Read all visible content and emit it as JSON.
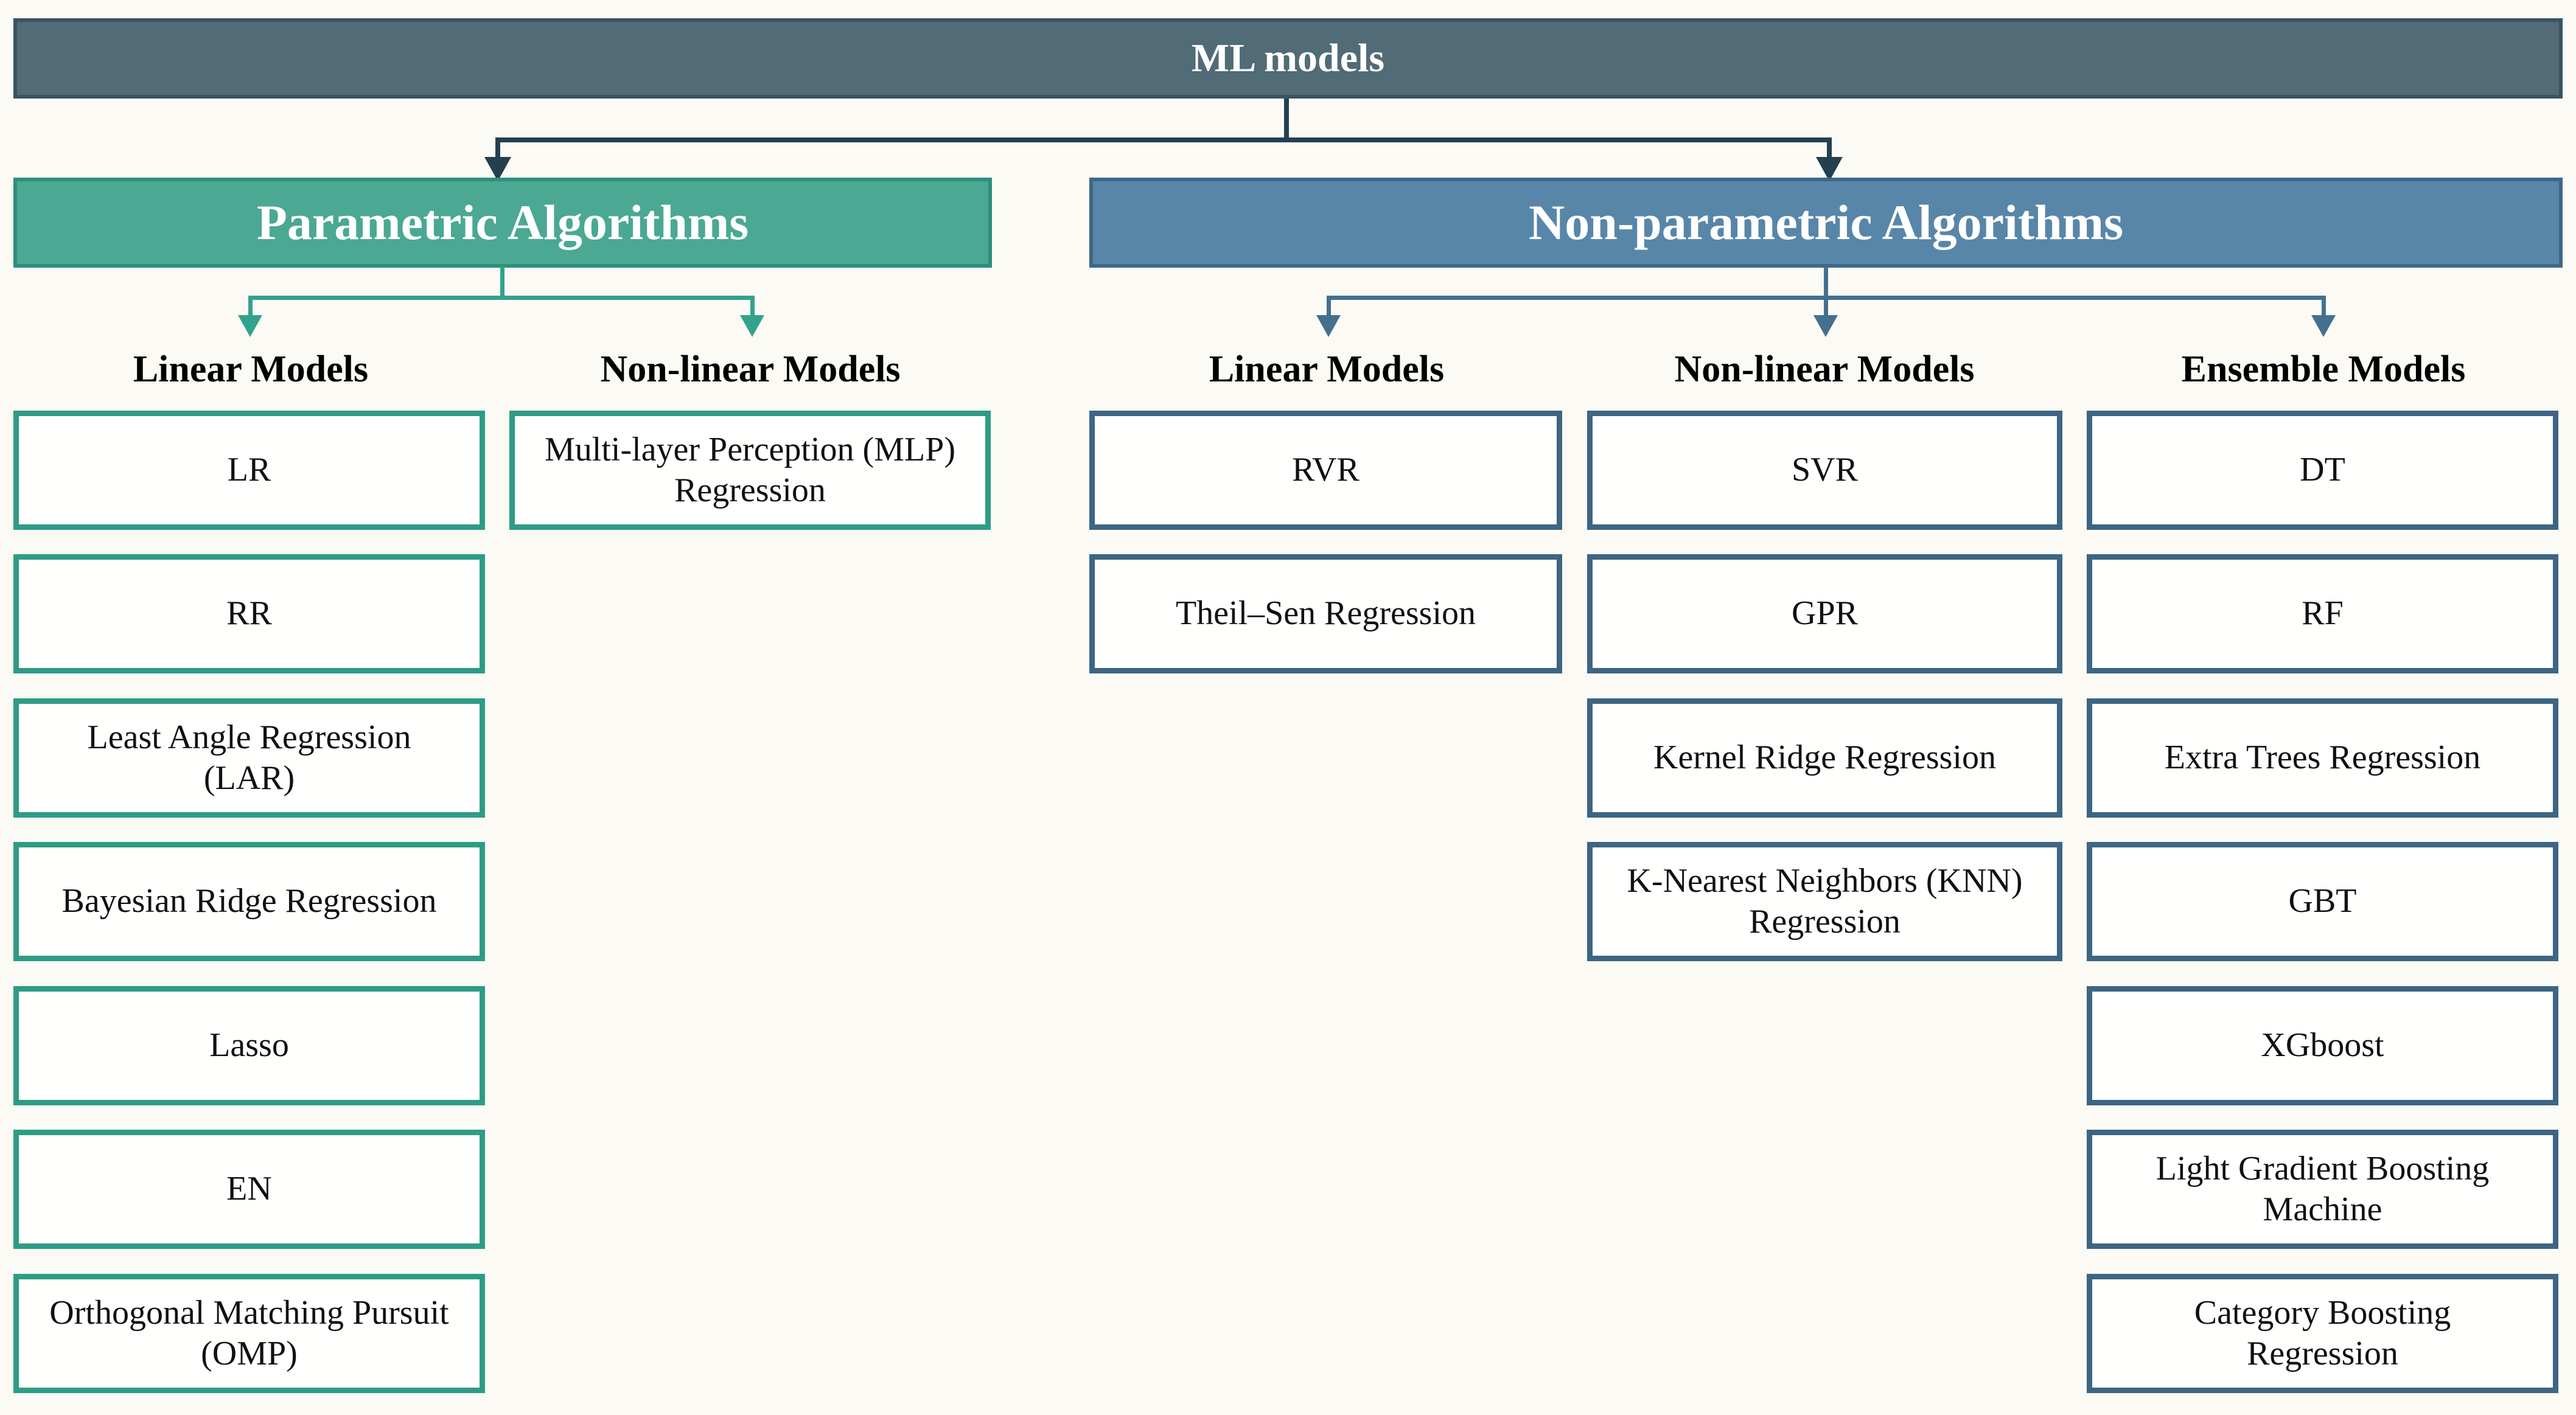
{
  "root": {
    "label": "ML models"
  },
  "branches": [
    {
      "label": "Parametric Algorithms",
      "header_color": "#4aa893",
      "connector_color": "#33a28c",
      "box_border_color": "#2e9c85",
      "groups": [
        {
          "label": "Linear Models",
          "items": [
            "LR",
            "RR",
            "Least Angle Regression (LAR)",
            "Bayesian Ridge Regression",
            "Lasso",
            "EN",
            "Orthogonal Matching Pursuit (OMP)"
          ]
        },
        {
          "label": "Non-linear Models",
          "items": [
            "Multi-layer Perception (MLP) Regression"
          ]
        }
      ]
    },
    {
      "label": "Non-parametric Algorithms",
      "header_color": "#5886a8",
      "connector_color": "#44708f",
      "box_border_color": "#3d6584",
      "groups": [
        {
          "label": "Linear Models",
          "items": [
            "RVR",
            "Theil–Sen Regression"
          ]
        },
        {
          "label": "Non-linear Models",
          "items": [
            "SVR",
            "GPR",
            "Kernel Ridge Regression",
            "K-Nearest Neighbors (KNN) Regression"
          ]
        },
        {
          "label": "Ensemble Models",
          "items": [
            "DT",
            "RF",
            "Extra Trees Regression",
            "GBT",
            "XGboost",
            "Light Gradient Boosting Machine",
            "Category Boosting Regression"
          ]
        }
      ]
    }
  ],
  "colors": {
    "background": "#fbfaf5",
    "root_bar": "#516b77",
    "root_connector": "#24404f",
    "box_fill": "#fffffd",
    "header_text": "#ffffff",
    "body_text": "#111111"
  }
}
